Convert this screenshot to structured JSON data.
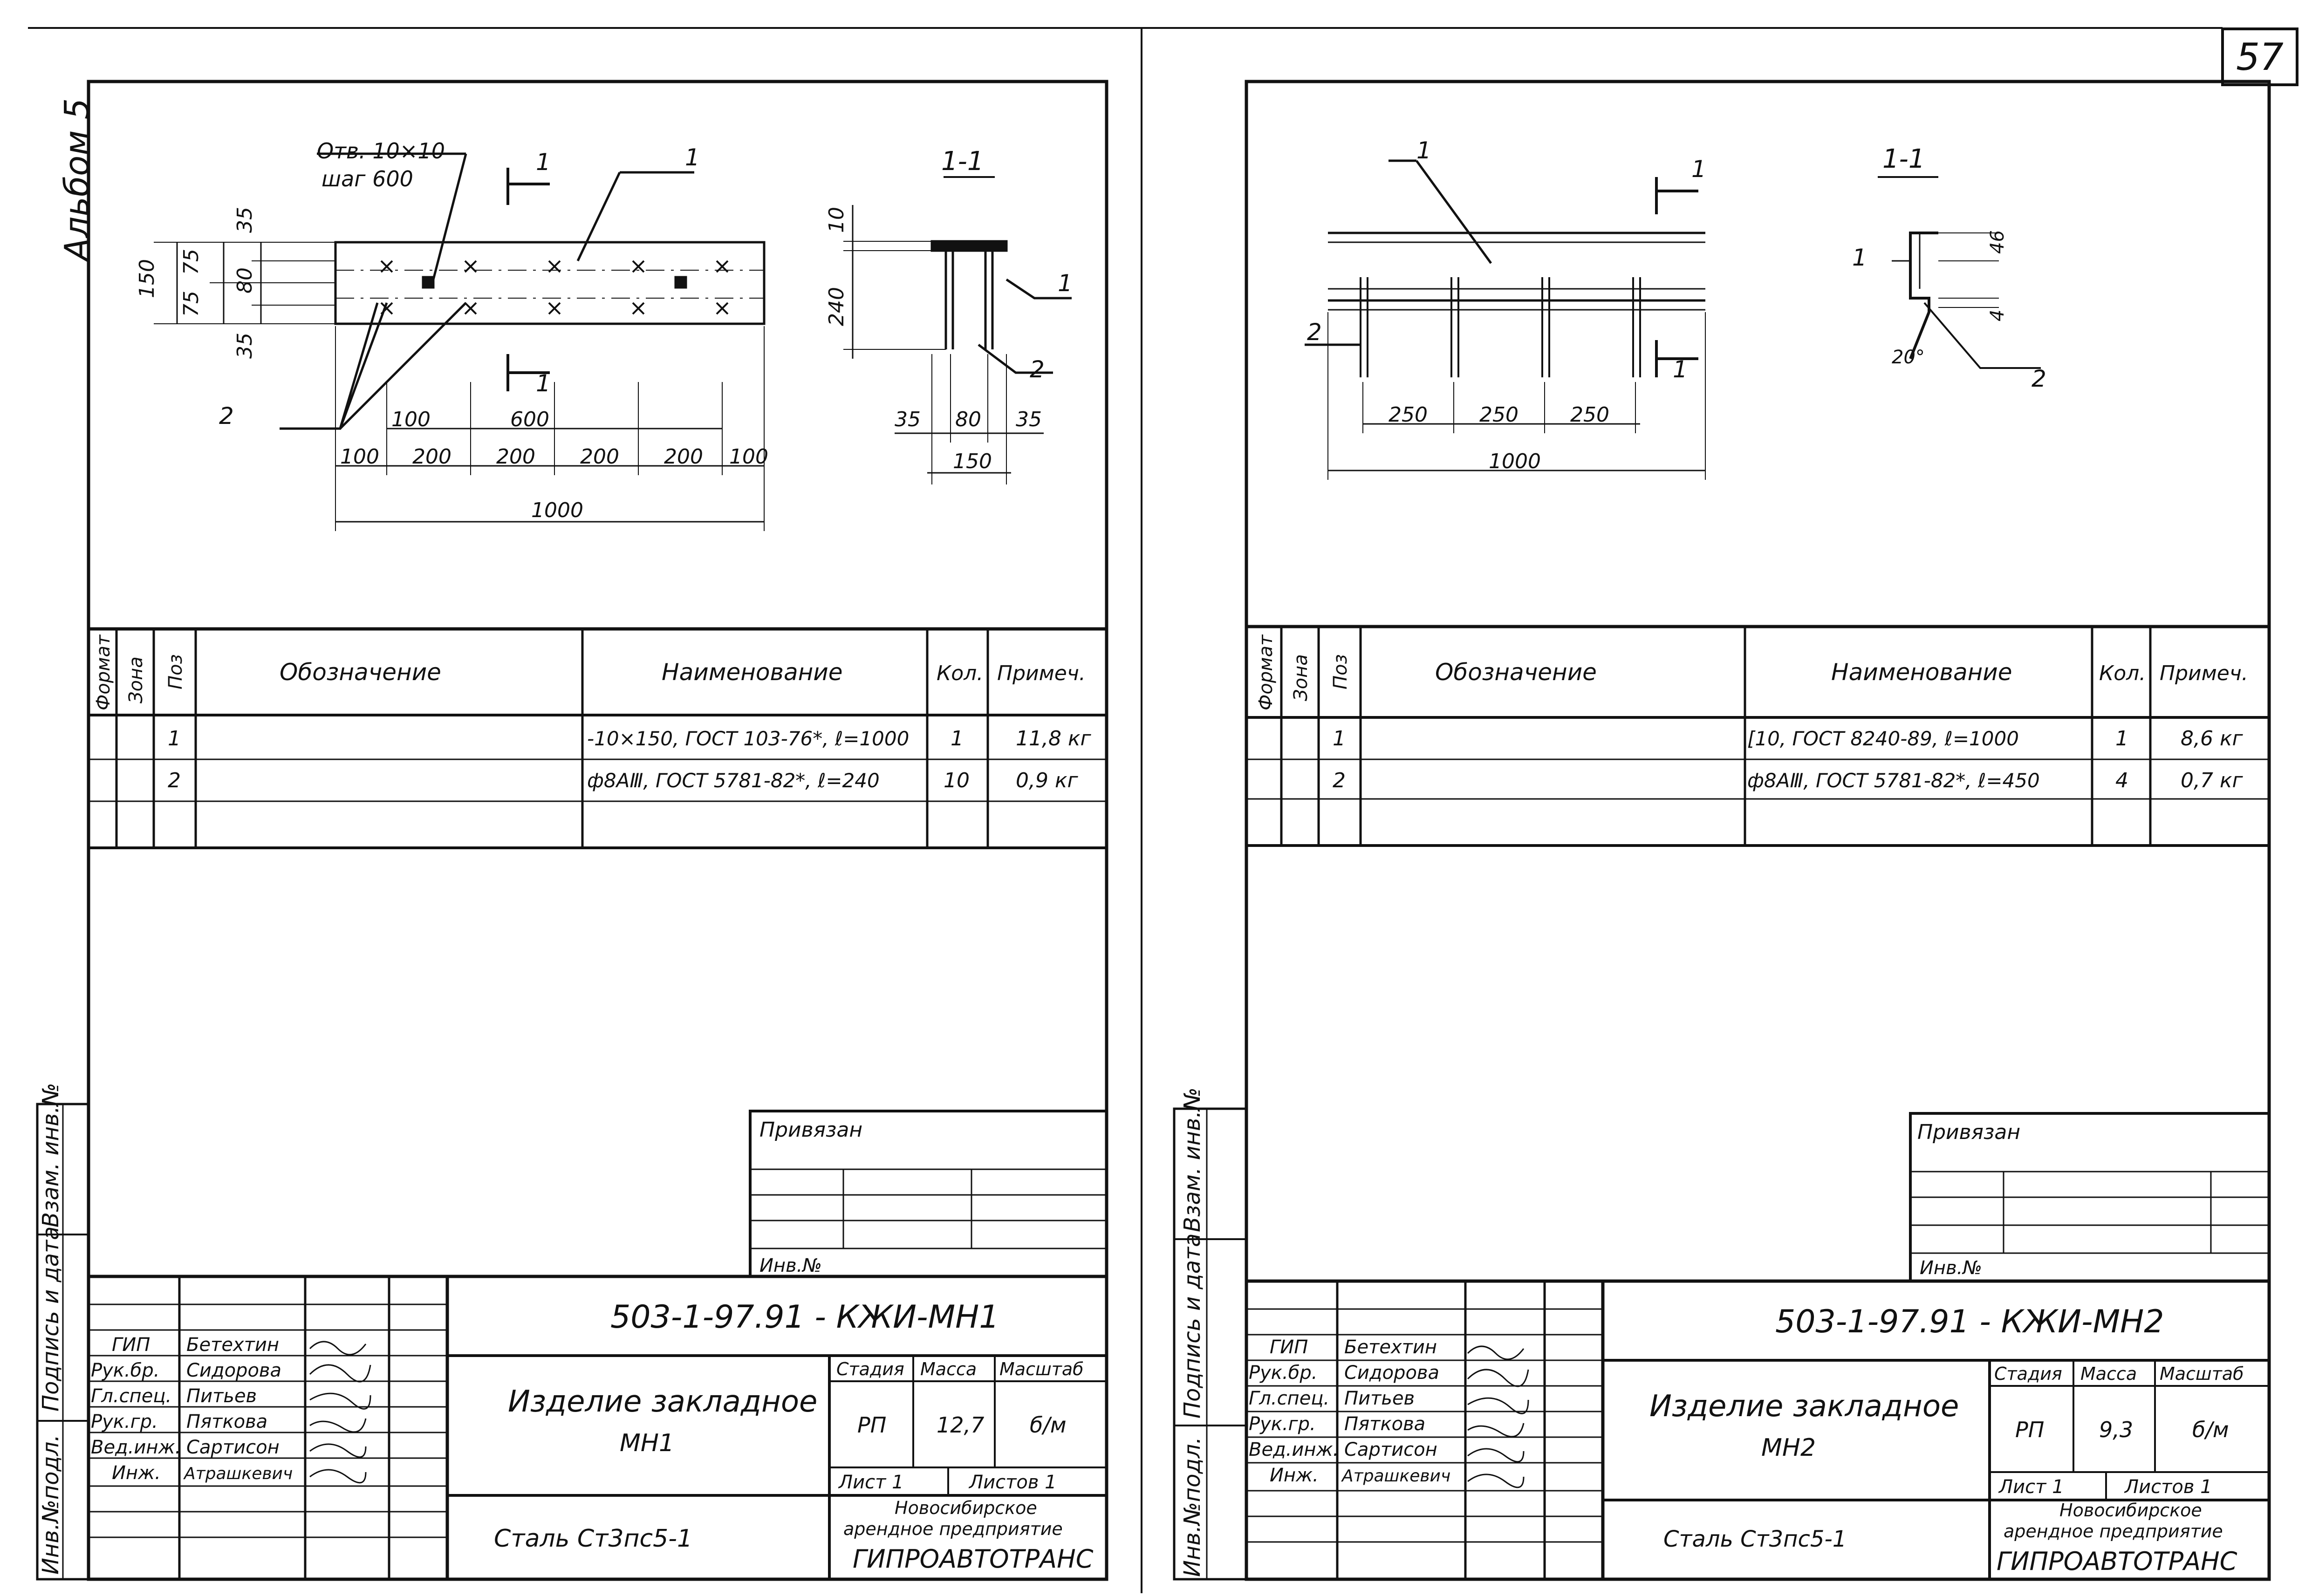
{
  "page_number": "57",
  "album_label": "Альбом 5",
  "side_labels": {
    "inv_podl": "Инв.№подл.",
    "podpis_data": "Подпись и дата",
    "vzam_inv": "Взам. инв.№"
  },
  "spec_headers": {
    "format": "Формат",
    "zona": "Зона",
    "poz": "Поз",
    "oboznachenie": "Обозначение",
    "naimenovanie": "Наименование",
    "kol": "Кол.",
    "primech": "Примеч."
  },
  "title_block_common": {
    "privyazan": "Привязан",
    "inv_no": "Инв.№",
    "stadiya_h": "Стадия",
    "massa_h": "Масса",
    "masshtab_h": "Масштаб",
    "stadiya": "РП",
    "masshtab": "б/м",
    "org_line1": "Новосибирское",
    "org_line2": "арендное предприятие",
    "org_name": "ГИПРОАВТОТРАНС",
    "roles": [
      "ГИП",
      "Рук.бр.",
      "Гл.спец.",
      "Рук.гр.",
      "Вед.инж.",
      "Инж."
    ],
    "names": [
      "Бетехтин",
      "Сидорова",
      "Питьев",
      "Пяткова",
      "Сартисон",
      "Атрашкевич"
    ]
  },
  "sheet1": {
    "code": "503-1-97.91 - КЖИ-МН1",
    "title_line1": "Изделие закладное",
    "title_line2": "МН1",
    "material": "Сталь   Ст3пс5-1",
    "mass": "12,7",
    "sheet": "Лист 1",
    "sheets": "Листов 1",
    "drawing": {
      "hole_note1": "Отв. 10×10",
      "hole_note2": "шаг 600",
      "section_mark": "1",
      "section_title": "1-1",
      "pos1": "1",
      "pos2": "2",
      "d_150": "150",
      "d_75a": "75",
      "d_75b": "75",
      "d_35a": "35",
      "d_35b": "35",
      "d_80": "80",
      "d_100a": "100",
      "d_600": "600",
      "d_100b": "100",
      "d_200a": "200",
      "d_200b": "200",
      "d_200c": "200",
      "d_200d": "200",
      "d_100c": "100",
      "d_1000": "1000",
      "s_10": "10",
      "s_240": "240",
      "s_35a": "35",
      "s_80": "80",
      "s_35b": "35",
      "s_150": "150"
    },
    "rows": [
      {
        "poz": "1",
        "name": "-10×150, ГОСТ 103-76*, ℓ=1000",
        "kol": "1",
        "note": "11,8 кг"
      },
      {
        "poz": "2",
        "name": "ф8АⅢ, ГОСТ 5781-82*, ℓ=240",
        "kol": "10",
        "note": "0,9 кг"
      }
    ]
  },
  "sheet2": {
    "code": "503-1-97.91 - КЖИ-МН2",
    "title_line1": "Изделие закладное",
    "title_line2": "МН2",
    "material": "Сталь   Ст3пс5-1",
    "mass": "9,3",
    "sheet": "Лист 1",
    "sheets": "Листов 1",
    "drawing": {
      "section_mark": "1",
      "section_title": "1-1",
      "pos1": "1",
      "pos2": "2",
      "d_250a": "250",
      "d_250b": "250",
      "d_250c": "250",
      "d_1000": "1000",
      "s_46": "46",
      "s_4": "4",
      "s_20": "20°"
    },
    "rows": [
      {
        "poz": "1",
        "name": "[10, ГОСТ 8240-89, ℓ=1000",
        "kol": "1",
        "note": "8,6 кг"
      },
      {
        "poz": "2",
        "name": "ф8АⅢ, ГОСТ 5781-82*, ℓ=450",
        "kol": "4",
        "note": "0,7 кг"
      }
    ]
  }
}
